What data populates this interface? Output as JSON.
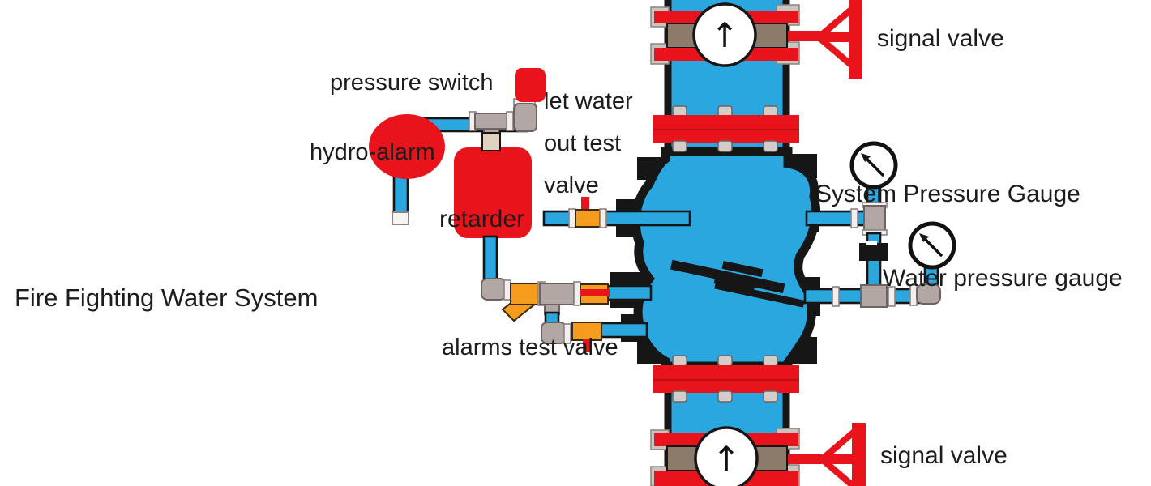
{
  "diagram": {
    "title": "Fire Fighting Water System",
    "labels": {
      "pressure_switch": "pressure switch",
      "hydro_alarm": "hydro-alarm",
      "retarder": "retarder",
      "let_water_out_test_valve": "let water\nout test\nvalve",
      "alarms_test_valve": "alarms test valve",
      "system_pressure_gauge": "System Pressure Gauge",
      "water_pressure_gauge": "Water pressure gauge",
      "signal_valve_top": "signal valve",
      "signal_valve_bottom": "signal valve"
    },
    "icons": {
      "flow_up_arrow": "↑"
    },
    "colors": {
      "pipe-blue": "#2BA7E0",
      "accent-red": "#E8131B",
      "valve-orange": "#F59B1E",
      "fitting-gray": "#B2A7A4",
      "band-brown": "#8C7A6B",
      "nipple-beige": "#DFD3BF",
      "bolt-gray": "#D3CCC9",
      "outline-black": "#161616"
    }
  }
}
